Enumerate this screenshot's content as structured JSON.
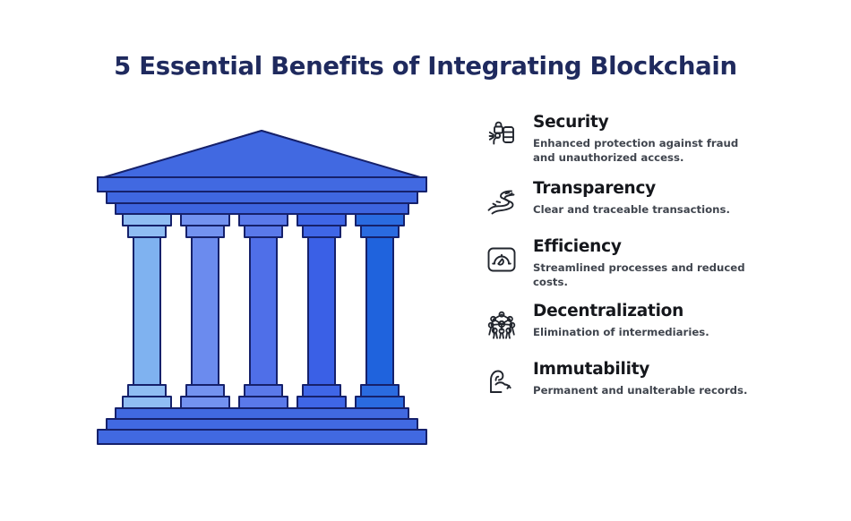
{
  "header": {
    "title": "5 Essential Benefits of Integrating Blockchain",
    "title_color": "#1f2a5e"
  },
  "illustration": {
    "name": "greek-temple",
    "column_count": 5,
    "column_colors": [
      "#7FB2F0",
      "#6B8BEE",
      "#4F6FE8",
      "#3A60E6",
      "#1F63DD"
    ],
    "capital_colors": [
      "#8FBDF3",
      "#7392F0",
      "#5A79EA",
      "#3F66E7",
      "#2A6BE0"
    ],
    "roof_color": "#4169E1",
    "entablature_color": "#3F67E0",
    "base_color": "#4169E1",
    "outline_color": "#16216b"
  },
  "benefits": [
    {
      "id": "security",
      "icon": "security-lock-server-icon",
      "title": "Security",
      "description": "Enhanced protection against fraud and unauthorized access."
    },
    {
      "id": "transparency",
      "icon": "winding-road-icon",
      "title": "Transparency",
      "description": "Clear and traceable transactions."
    },
    {
      "id": "efficiency",
      "icon": "speedometer-gauge-icon",
      "title": "Efficiency",
      "description": "Streamlined processes and reduced costs."
    },
    {
      "id": "decentralization",
      "icon": "network-nodes-icon",
      "title": "Decentralization",
      "description": "Elimination of intermediaries."
    },
    {
      "id": "immutability",
      "icon": "flexed-arm-icon",
      "title": "Immutability",
      "description": "Permanent and unalterable records."
    }
  ],
  "theme": {
    "background": "#ffffff",
    "icon_stroke": "#22262e",
    "title_text": "#15171c",
    "desc_text": "#40454e"
  }
}
